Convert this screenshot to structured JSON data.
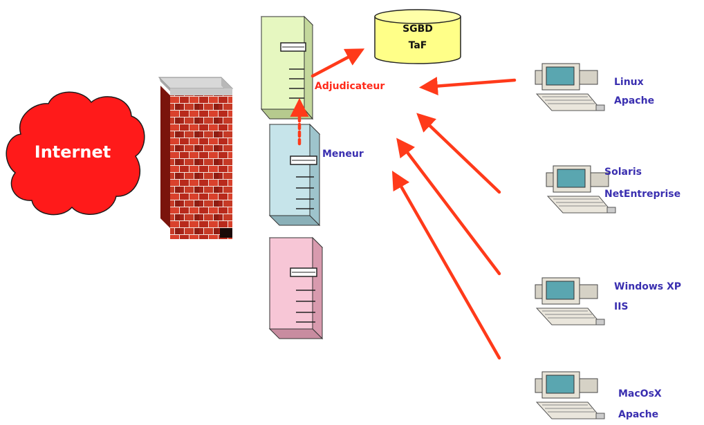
{
  "internet": {
    "label": "Internet"
  },
  "database": {
    "line1": "SGBD",
    "line2": "TaF"
  },
  "servers": {
    "adjudicator": {
      "label": "Adjudicateur"
    },
    "leader": {
      "label": "Meneur"
    }
  },
  "clients": [
    {
      "line1": "Linux",
      "line2": "Apache"
    },
    {
      "line1": "Solaris",
      "line2": "NetEntreprise"
    },
    {
      "line1": "Windows XP",
      "line2": "IIS"
    },
    {
      "line1": "MacOsX",
      "line2": "Apache"
    }
  ],
  "colors": {
    "arrow": "#ff3a1a",
    "client_label": "#3a2fb0",
    "cloud": "#ff1a1a",
    "brick": "#b0261a",
    "db": "#ffff88",
    "server_green": "#e6f7c0",
    "server_blue": "#c6e4ea",
    "server_pink": "#f7c6d6"
  }
}
